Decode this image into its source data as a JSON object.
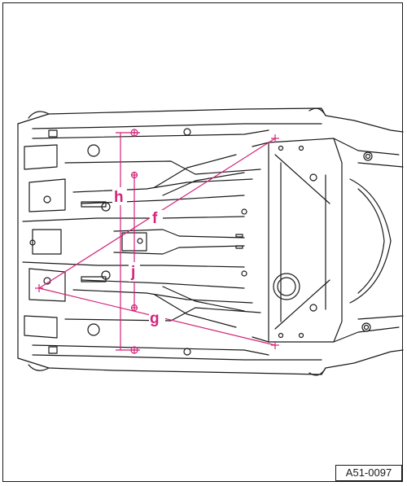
{
  "figure_ref": "A51-0097",
  "colors": {
    "outline": "#1a1a1a",
    "measure": "#d4237a",
    "background": "#ffffff"
  },
  "labels": {
    "h": "h",
    "j": "j",
    "f": "f",
    "g": "g"
  }
}
